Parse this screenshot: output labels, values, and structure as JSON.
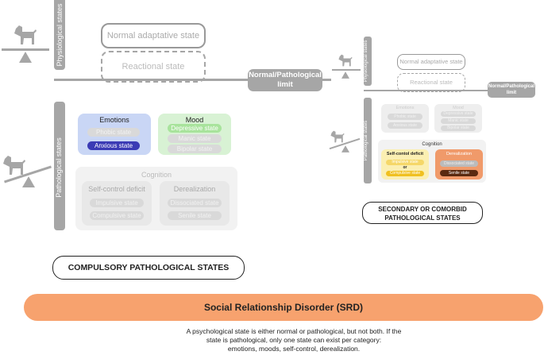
{
  "left": {
    "physio_label": "Physiological states",
    "patho_label": "Pathological states",
    "normal_adaptative": "Normal adaptative state",
    "reactional": "Reactional state",
    "normal_patho_limit": "Normal/Pathological limit",
    "emotions": {
      "title": "Emotions",
      "items": [
        "Phobic state",
        "Anxious state"
      ]
    },
    "mood": {
      "title": "Mood",
      "items": [
        "Depressive state",
        "Manic state",
        "Bipolar state"
      ]
    },
    "cognition": {
      "title": "Cognition",
      "self_control": {
        "title": "Self-control deficit",
        "items": [
          "Impulsive state",
          "Compulsive state"
        ]
      },
      "derealization": {
        "title": "Derealization",
        "items": [
          "Dissociated state",
          "Senile state"
        ]
      }
    },
    "caption": "COMPULSORY PATHOLOGICAL STATES"
  },
  "right": {
    "physio_label": "Physiological states",
    "patho_label": "Pathological states",
    "normal_adaptative": "Normal adaptative state",
    "reactional": "Reactional state",
    "normal_patho_limit": "Normal/Pathological limit",
    "emotions": {
      "title": "Emotions",
      "items": [
        "Phobic state",
        "Anxious state"
      ]
    },
    "mood": {
      "title": "Mood",
      "items": [
        "Depressive state",
        "Manic state",
        "Bipolar state"
      ]
    },
    "cognition": {
      "title": "Cognition",
      "self_control": {
        "title": "Self-contol deficit",
        "items": [
          "Impulsive state",
          "Compulsive state"
        ],
        "or": "or"
      },
      "derealization": {
        "title": "Derealization",
        "items": [
          "Dissociated state",
          "Senile state"
        ]
      }
    },
    "caption_line1": "SECONDARY OR COMORBID",
    "caption_line2": "PATHOLOGICAL STATES"
  },
  "banner": "Social Relationship Disorder (SRD)",
  "footnote": {
    "line1": "A psychological state is either normal or pathological, but not both. If the",
    "line2": "state is pathological, only one state can exist per category:",
    "line3": "emotions, moods, self-control, derealization."
  },
  "colors": {
    "grey_bar": "#a6a6a6",
    "emotions_bg": "#c9d6f5",
    "anxious": "#3b3bb5",
    "mood_bg": "#d8f2d4",
    "depressive": "#a8e39c",
    "self_control_bg": "#fbefb2",
    "compulsive": "#f0c020",
    "derealization_bg": "#f09a6a",
    "senile": "#5a2a10",
    "banner": "#f7a26e"
  },
  "icons": [
    "dog-icon",
    "seesaw-icon"
  ]
}
